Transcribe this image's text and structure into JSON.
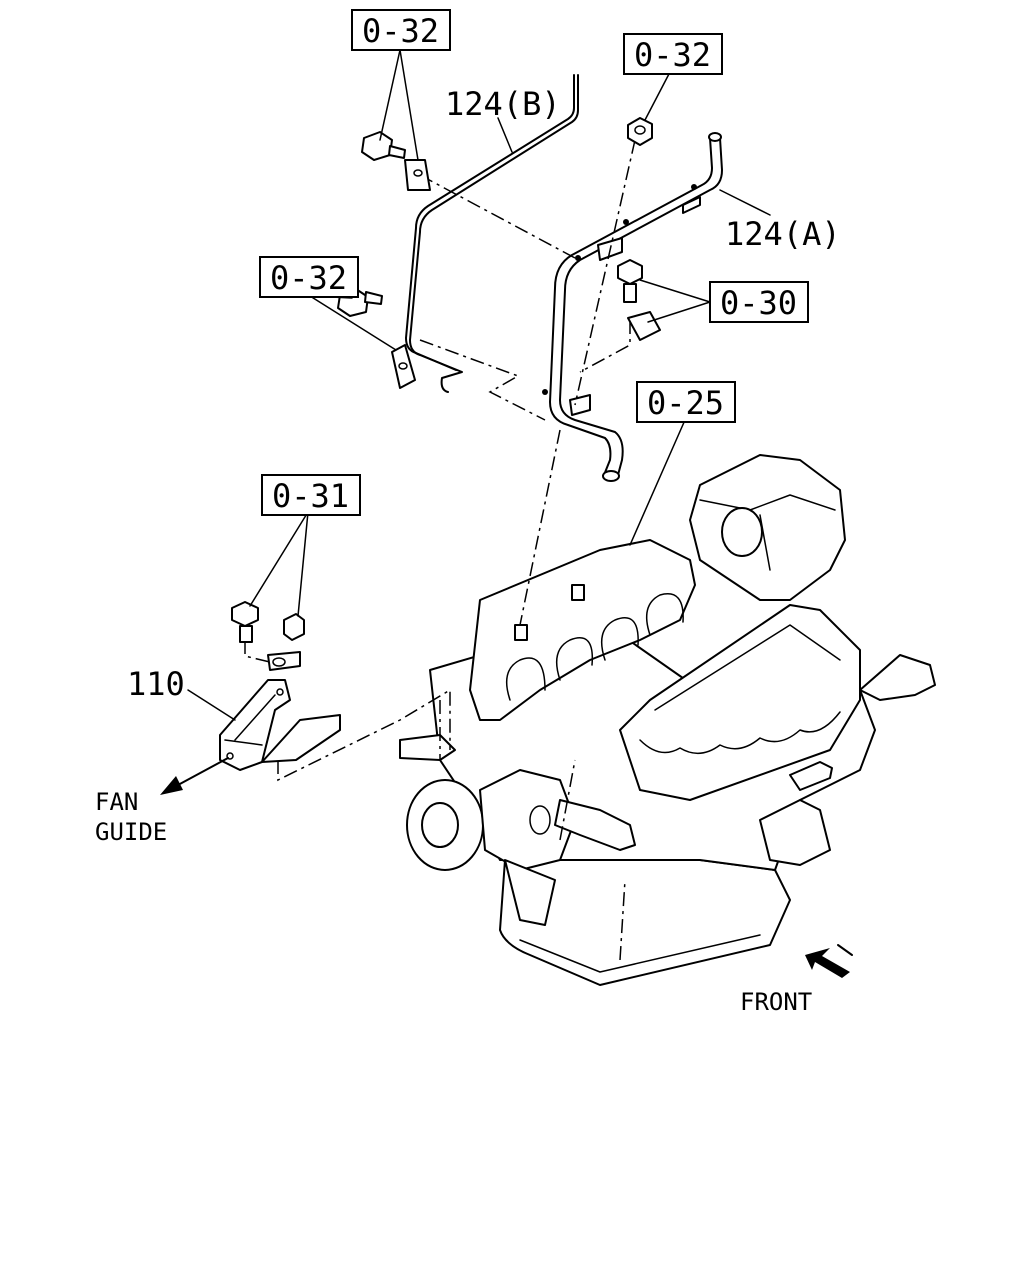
{
  "callouts": {
    "ref_032_top": "0-32",
    "ref_032_right": "0-32",
    "ref_032_mid": "0-32",
    "ref_030": "0-30",
    "ref_025": "0-25",
    "ref_031": "0-31"
  },
  "parts": {
    "pipe_b": "124(B)",
    "pipe_a": "124(A)",
    "bracket": "110"
  },
  "annotations": {
    "fan_guide_line1": "FAN",
    "fan_guide_line2": "GUIDE",
    "front": "FRONT"
  }
}
